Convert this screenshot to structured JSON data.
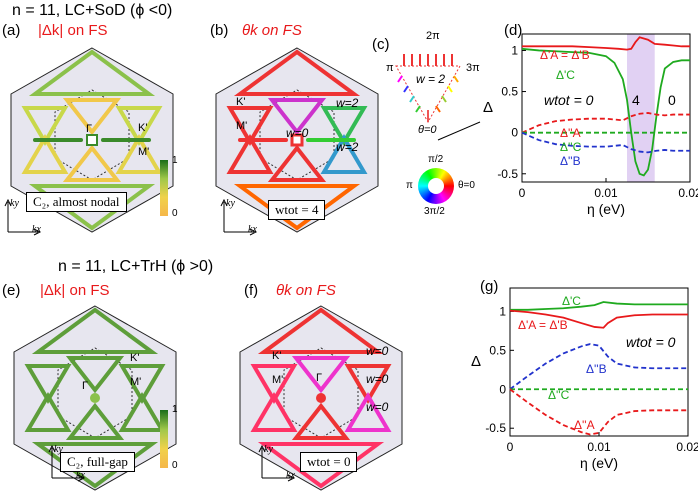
{
  "top_title": "n = 11, LC+SoD (ϕ <0)",
  "bottom_title": "n = 11, LC+TrH (ϕ >0)",
  "panels": {
    "a": {
      "tag": "(a)",
      "title": "|Δk| on FS",
      "box": "C₂, almost nodal",
      "k1": "K'",
      "k2": "M'",
      "gamma": "Γ"
    },
    "b": {
      "tag": "(b)",
      "title": "θk on FS",
      "box": "wtot = 4",
      "w1": "w=2",
      "w2": "w=0",
      "w3": "w=2",
      "k1": "K'",
      "k2": "M'"
    },
    "c": {
      "tag": "(c)",
      "top": "2π",
      "left": "π",
      "right": "3π",
      "w": "w = 2",
      "bottom": "θ=0"
    },
    "e": {
      "tag": "(e)",
      "title": "|Δk| on FS",
      "box": "C₂, full-gap",
      "k1": "K'",
      "k2": "M'",
      "gamma": "Γ"
    },
    "f": {
      "tag": "(f)",
      "title": "θk on FS",
      "box": "wtot = 0",
      "w1": "w=0",
      "w2": "w=0",
      "w3": "w=0",
      "k1": "K'",
      "k2": "M'",
      "gamma": "Γ"
    },
    "d": {
      "tag": "(d)"
    },
    "g": {
      "tag": "(g)"
    }
  },
  "colorbar": {
    "max": "1",
    "min": "0"
  },
  "wheel": {
    "top": "π/2",
    "left": "π",
    "right": "θ=0",
    "bottom": "3π/2"
  },
  "axes_labels": {
    "ky": "ky",
    "kx": "kx"
  },
  "chart_data": [
    {
      "panel": "d",
      "type": "line",
      "xlabel": "η (eV)",
      "ylabel": "Δ",
      "xlim": [
        0,
        0.02
      ],
      "ylim": [
        -0.6,
        1.2
      ],
      "xticks": [
        "0",
        "0.01",
        "0.02"
      ],
      "yticks": [
        "-0.5",
        "0",
        "0.5",
        "1"
      ],
      "annotations": [
        "wtot = 0",
        "4",
        "0"
      ],
      "shaded_region": [
        0.0125,
        0.0158
      ],
      "series": [
        {
          "name": "Δ'A = Δ'B",
          "color": "#e8191b",
          "dash": "solid",
          "x": [
            0,
            0.002,
            0.004,
            0.006,
            0.008,
            0.01,
            0.0115,
            0.0125,
            0.013,
            0.0135,
            0.014,
            0.015,
            0.0158,
            0.017,
            0.018,
            0.019,
            0.02
          ],
          "y": [
            1.05,
            1.05,
            1.05,
            1.05,
            1.04,
            1.03,
            1.02,
            1.01,
            1.02,
            1.1,
            1.16,
            1.13,
            1.08,
            1.07,
            1.06,
            1.05,
            1.05
          ]
        },
        {
          "name": "Δ'C",
          "color": "#1faa1f",
          "dash": "solid",
          "x": [
            0,
            0.002,
            0.004,
            0.006,
            0.008,
            0.01,
            0.011,
            0.012,
            0.0125,
            0.013,
            0.0135,
            0.014,
            0.0145,
            0.015,
            0.0155,
            0.016,
            0.0165,
            0.017,
            0.018,
            0.019,
            0.02
          ],
          "y": [
            1.02,
            1.0,
            0.99,
            0.98,
            0.97,
            0.93,
            0.85,
            0.65,
            0.4,
            0.0,
            -0.35,
            -0.5,
            -0.52,
            -0.45,
            -0.2,
            0.2,
            0.55,
            0.78,
            0.86,
            0.88,
            0.88
          ]
        },
        {
          "name": "Δ''A",
          "color": "#e8191b",
          "dash": "dashed",
          "x": [
            0,
            0.002,
            0.004,
            0.006,
            0.008,
            0.01,
            0.011,
            0.012,
            0.013,
            0.014,
            0.015,
            0.016,
            0.017,
            0.018,
            0.019,
            0.02
          ],
          "y": [
            0,
            0.09,
            0.14,
            0.16,
            0.17,
            0.17,
            0.16,
            0.15,
            0.2,
            0.23,
            0.24,
            0.22,
            0.21,
            0.22,
            0.22,
            0.22
          ]
        },
        {
          "name": "Δ''C",
          "color": "#1faa1f",
          "dash": "dashed",
          "x": [
            0,
            0.02
          ],
          "y": [
            0,
            0
          ]
        },
        {
          "name": "Δ''B",
          "color": "#2233cc",
          "dash": "dashed",
          "x": [
            0,
            0.002,
            0.004,
            0.006,
            0.008,
            0.01,
            0.011,
            0.012,
            0.013,
            0.014,
            0.015,
            0.016,
            0.017,
            0.018,
            0.019,
            0.02
          ],
          "y": [
            0,
            -0.09,
            -0.14,
            -0.16,
            -0.17,
            -0.17,
            -0.16,
            -0.15,
            -0.2,
            -0.23,
            -0.24,
            -0.22,
            -0.21,
            -0.22,
            -0.22,
            -0.22
          ]
        }
      ]
    },
    {
      "panel": "g",
      "type": "line",
      "xlabel": "η (eV)",
      "ylabel": "Δ",
      "xlim": [
        0,
        0.02
      ],
      "ylim": [
        -0.6,
        1.3
      ],
      "xticks": [
        "0",
        "0.01",
        "0.02"
      ],
      "yticks": [
        "-0.5",
        "0",
        "0.5",
        "1"
      ],
      "annotations": [
        "wtot = 0"
      ],
      "series": [
        {
          "name": "Δ'C",
          "color": "#1faa1f",
          "dash": "solid",
          "x": [
            0,
            0.002,
            0.004,
            0.006,
            0.008,
            0.0095,
            0.0105,
            0.012,
            0.014,
            0.016,
            0.018,
            0.02
          ],
          "y": [
            1.02,
            1.02,
            1.03,
            1.04,
            1.06,
            1.08,
            1.12,
            1.1,
            1.09,
            1.09,
            1.09,
            1.09
          ]
        },
        {
          "name": "Δ'A = Δ'B",
          "color": "#e8191b",
          "dash": "solid",
          "x": [
            0,
            0.002,
            0.004,
            0.006,
            0.008,
            0.0095,
            0.0105,
            0.011,
            0.012,
            0.014,
            0.016,
            0.018,
            0.02
          ],
          "y": [
            1.01,
            0.99,
            0.96,
            0.92,
            0.85,
            0.8,
            0.79,
            0.85,
            0.92,
            0.95,
            0.96,
            0.96,
            0.96
          ]
        },
        {
          "name": "Δ''B",
          "color": "#2233cc",
          "dash": "dashed",
          "x": [
            0,
            0.002,
            0.004,
            0.006,
            0.008,
            0.009,
            0.01,
            0.011,
            0.012,
            0.014,
            0.016,
            0.018,
            0.02
          ],
          "y": [
            0,
            0.17,
            0.33,
            0.46,
            0.55,
            0.58,
            0.56,
            0.42,
            0.33,
            0.28,
            0.27,
            0.27,
            0.27
          ]
        },
        {
          "name": "Δ''C",
          "color": "#1faa1f",
          "dash": "dashed",
          "x": [
            0,
            0.02
          ],
          "y": [
            0,
            0
          ]
        },
        {
          "name": "Δ''A",
          "color": "#e8191b",
          "dash": "dashed",
          "x": [
            0,
            0.002,
            0.004,
            0.006,
            0.008,
            0.009,
            0.01,
            0.011,
            0.012,
            0.014,
            0.016,
            0.018,
            0.02
          ],
          "y": [
            0,
            -0.17,
            -0.33,
            -0.46,
            -0.55,
            -0.58,
            -0.56,
            -0.42,
            -0.33,
            -0.28,
            -0.27,
            -0.27,
            -0.27
          ]
        }
      ]
    }
  ],
  "legend_d": {
    "a": "Δ'A = Δ'B",
    "c": "Δ'C",
    "a2": "Δ''A",
    "c2": "Δ''C",
    "b2": "Δ''B"
  },
  "legend_g": {
    "c": "Δ'C",
    "a": "Δ'A = Δ'B",
    "b2": "Δ''B",
    "c2": "Δ''C",
    "a2": "Δ''A"
  }
}
